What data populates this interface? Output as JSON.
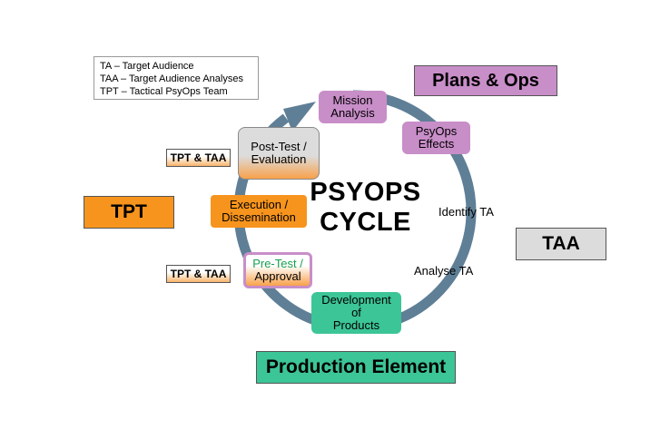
{
  "legend": {
    "lines": [
      "TA   – Target Audience",
      "TAA – Target Audience Analyses",
      "TPT – Tactical PsyOps Team"
    ]
  },
  "groups": {
    "plans_ops": "Plans & Ops",
    "tpt": "TPT",
    "taa": "TAA",
    "production": "Production Element"
  },
  "cycle": {
    "title_line1": "PSYOPS",
    "title_line2": "CYCLE",
    "nodes": {
      "mission": "Mission\nAnalysis",
      "effects": "PsyOps\nEffects",
      "identify": "Identify TA",
      "analyse": "Analyse TA",
      "development": "Development\nof\nProducts",
      "pretest_line1": "Pre-Test /",
      "pretest_line2": "Approval",
      "execution": "Execution /\nDissemination",
      "posttest": "Post-Test /\nEvaluation"
    }
  },
  "tags": {
    "upper": "TPT & TAA",
    "lower": "TPT & TAA"
  },
  "colors": {
    "ring": "#5f7f96",
    "purple": "#c88ec8",
    "orange": "#f7941d",
    "green": "#3cc596",
    "gray": "#dcdcdc",
    "pretest_text": "#1aa050"
  }
}
